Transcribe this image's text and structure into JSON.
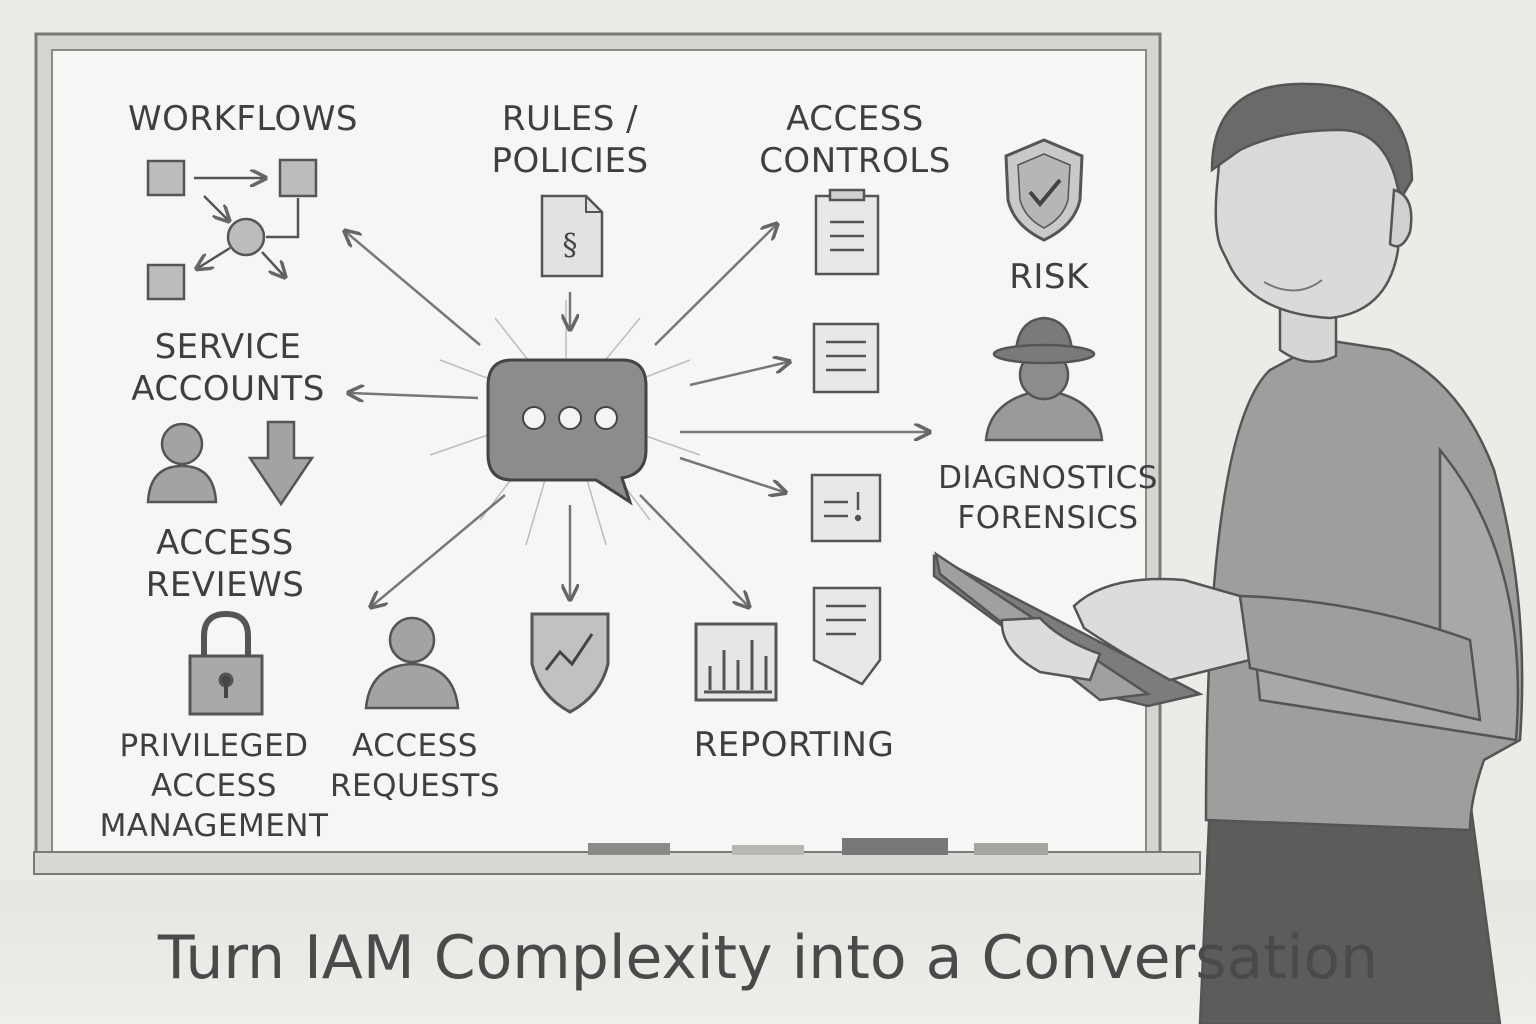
{
  "labels": {
    "workflows": "WORKFLOWS",
    "rules_policies": [
      "RULES /",
      "POLICIES"
    ],
    "access_controls": [
      "ACCESS",
      "CONTROLS"
    ],
    "risk": "RISK",
    "service_accounts": [
      "SERVICE",
      "ACCOUNTS"
    ],
    "access_reviews": [
      "ACCESS",
      "REVIEWS"
    ],
    "diagnostics_forensics": [
      "DIAGNOSTICS",
      "FORENSICS"
    ],
    "privileged_access_management": [
      "PRIVILEGED",
      "ACCESS",
      "MANAGEMENT"
    ],
    "access_requests": [
      "ACCESS",
      "REQUESTS"
    ],
    "reporting": "REPORTING"
  },
  "icons": {
    "rules_document_symbol": "§",
    "chat": "chat-bubble-icon",
    "shield": "shield-check-icon"
  },
  "caption": "Turn IAM Complexity into a Conversation"
}
